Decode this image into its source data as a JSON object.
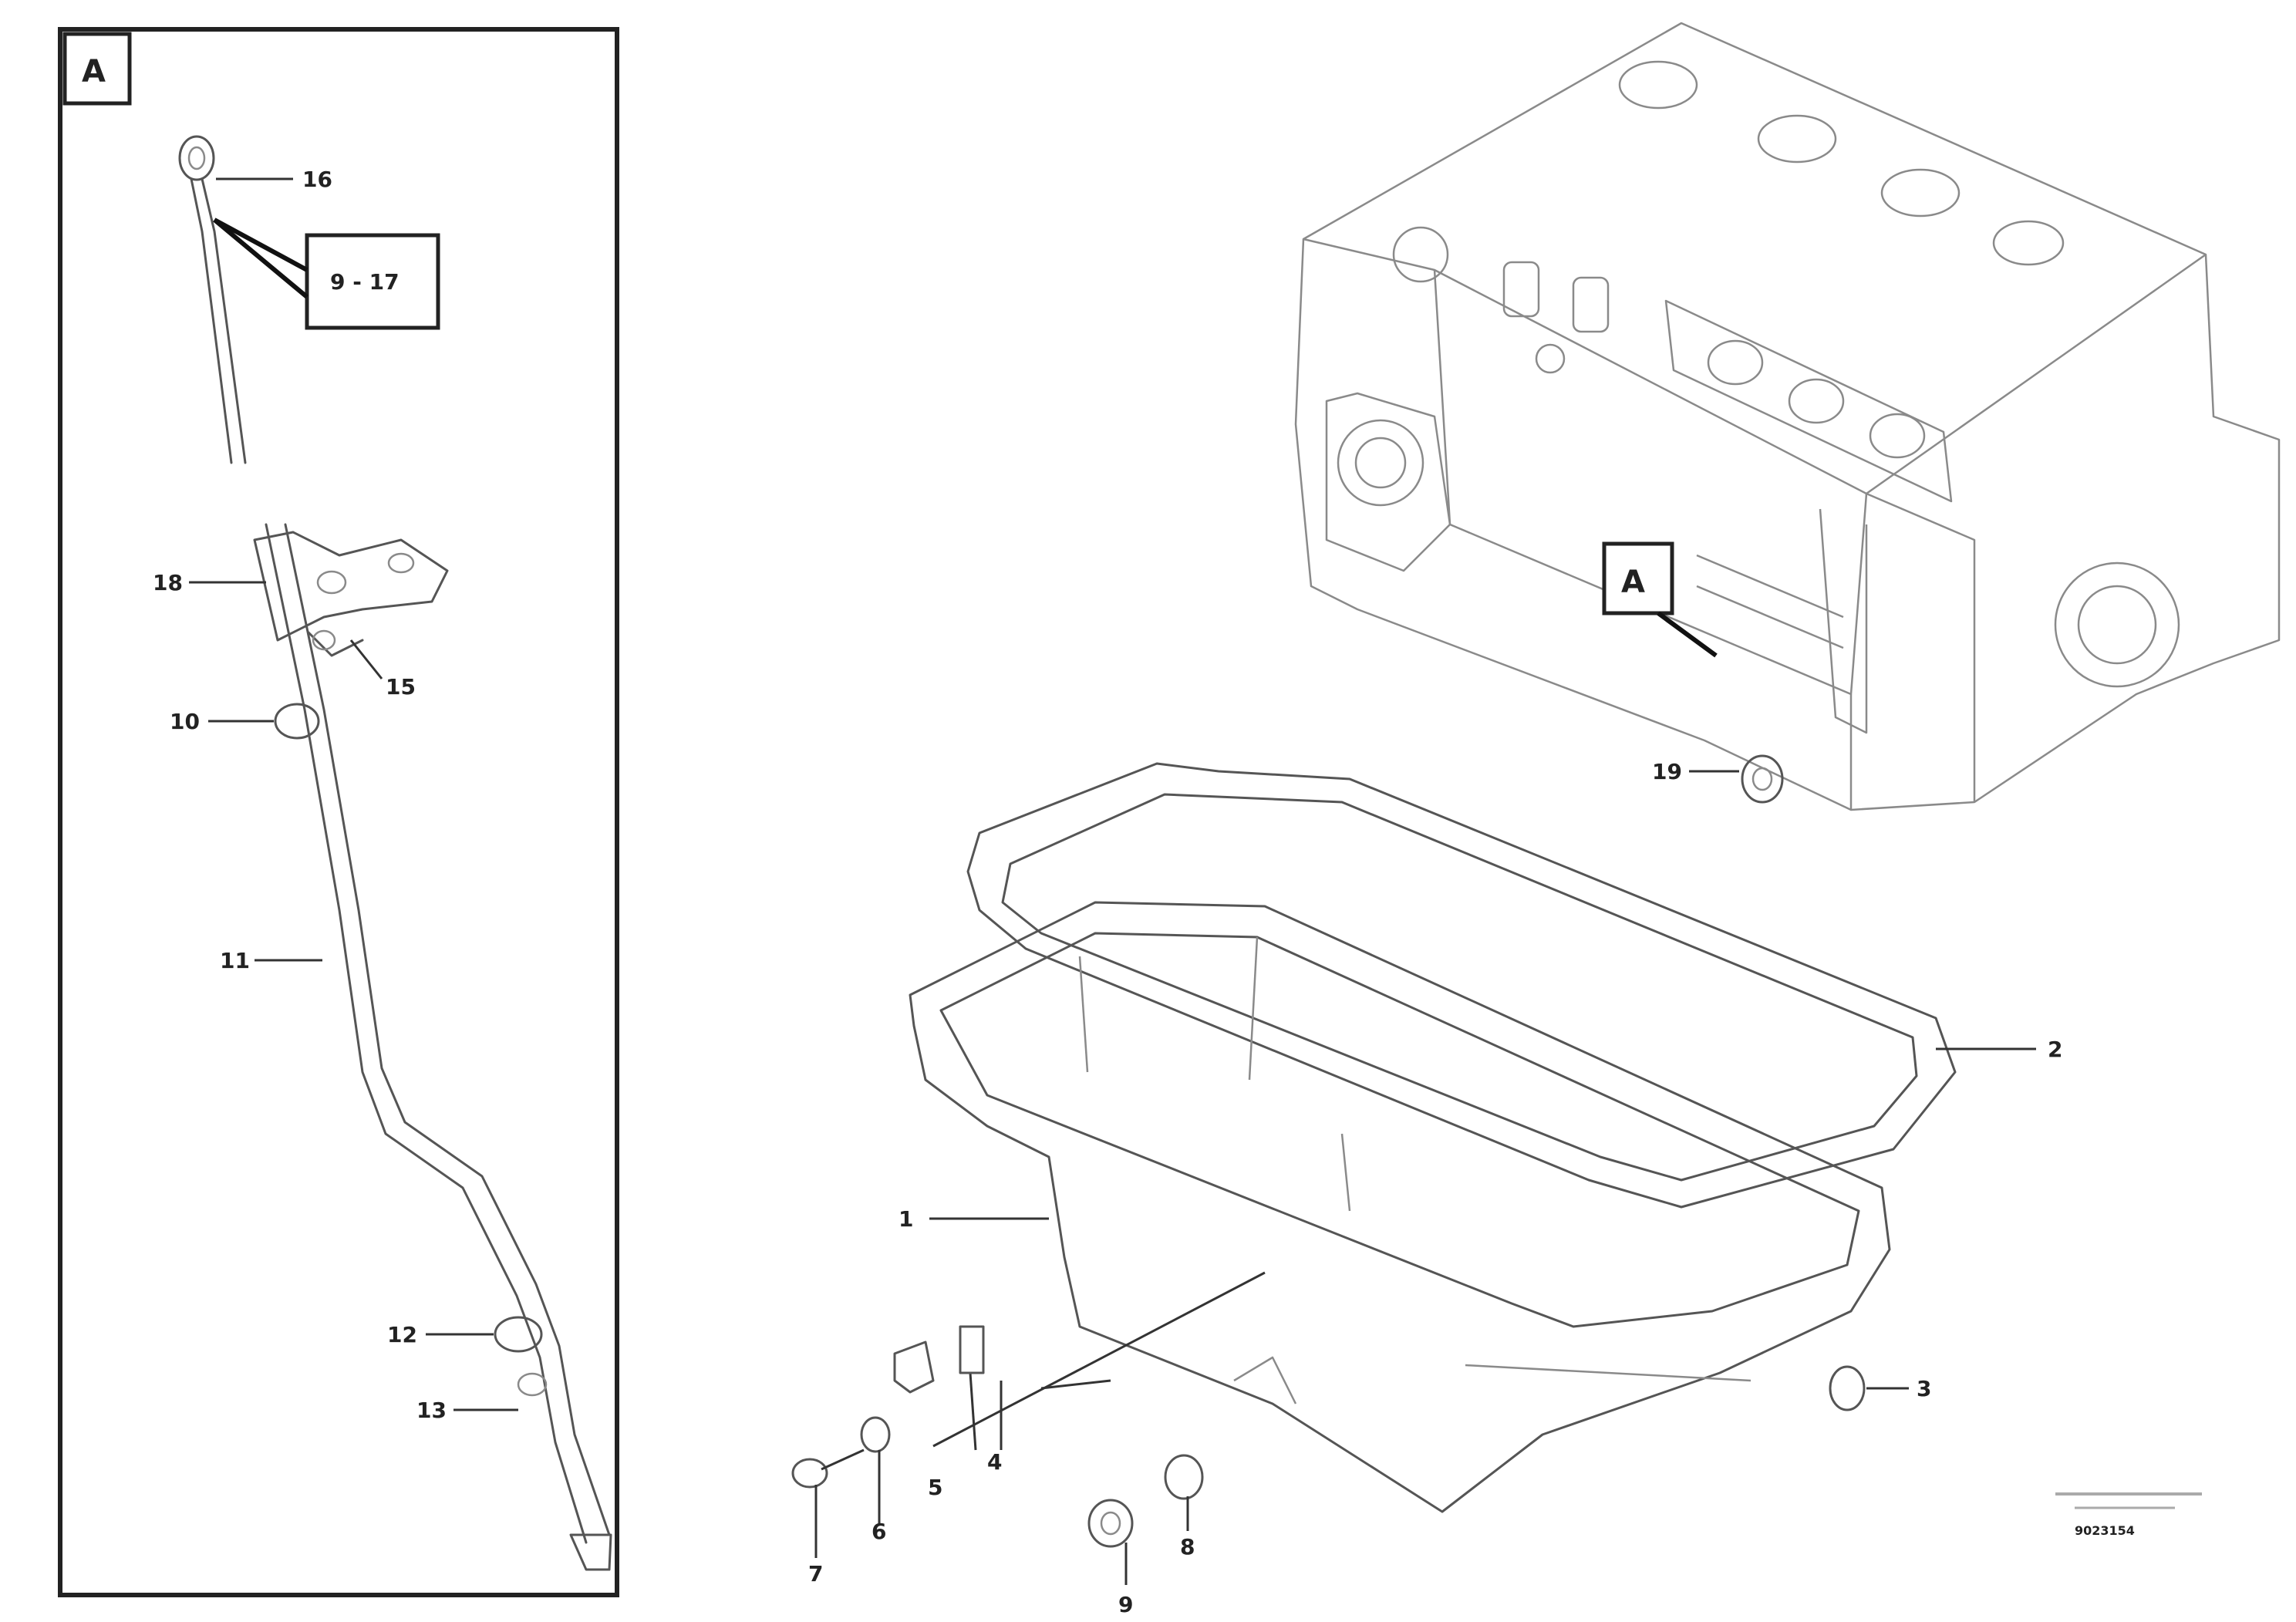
{
  "inset": {
    "view_letter": "A",
    "ref_box": "9 - 17"
  },
  "main": {
    "view_letter": "A"
  },
  "callouts": {
    "inset_16": "16",
    "inset_18": "18",
    "inset_15": "15",
    "inset_10": "10",
    "inset_11": "11",
    "inset_12": "12",
    "inset_13": "13",
    "block_19": "19",
    "gasket_2": "2",
    "pan_1": "1",
    "plug_3": "3",
    "bolt_4": "4",
    "bolt_5": "5",
    "bolt_6": "6",
    "bolt_7": "7",
    "bolt_8": "8",
    "washer_9": "9"
  },
  "doc_id": "9023154"
}
